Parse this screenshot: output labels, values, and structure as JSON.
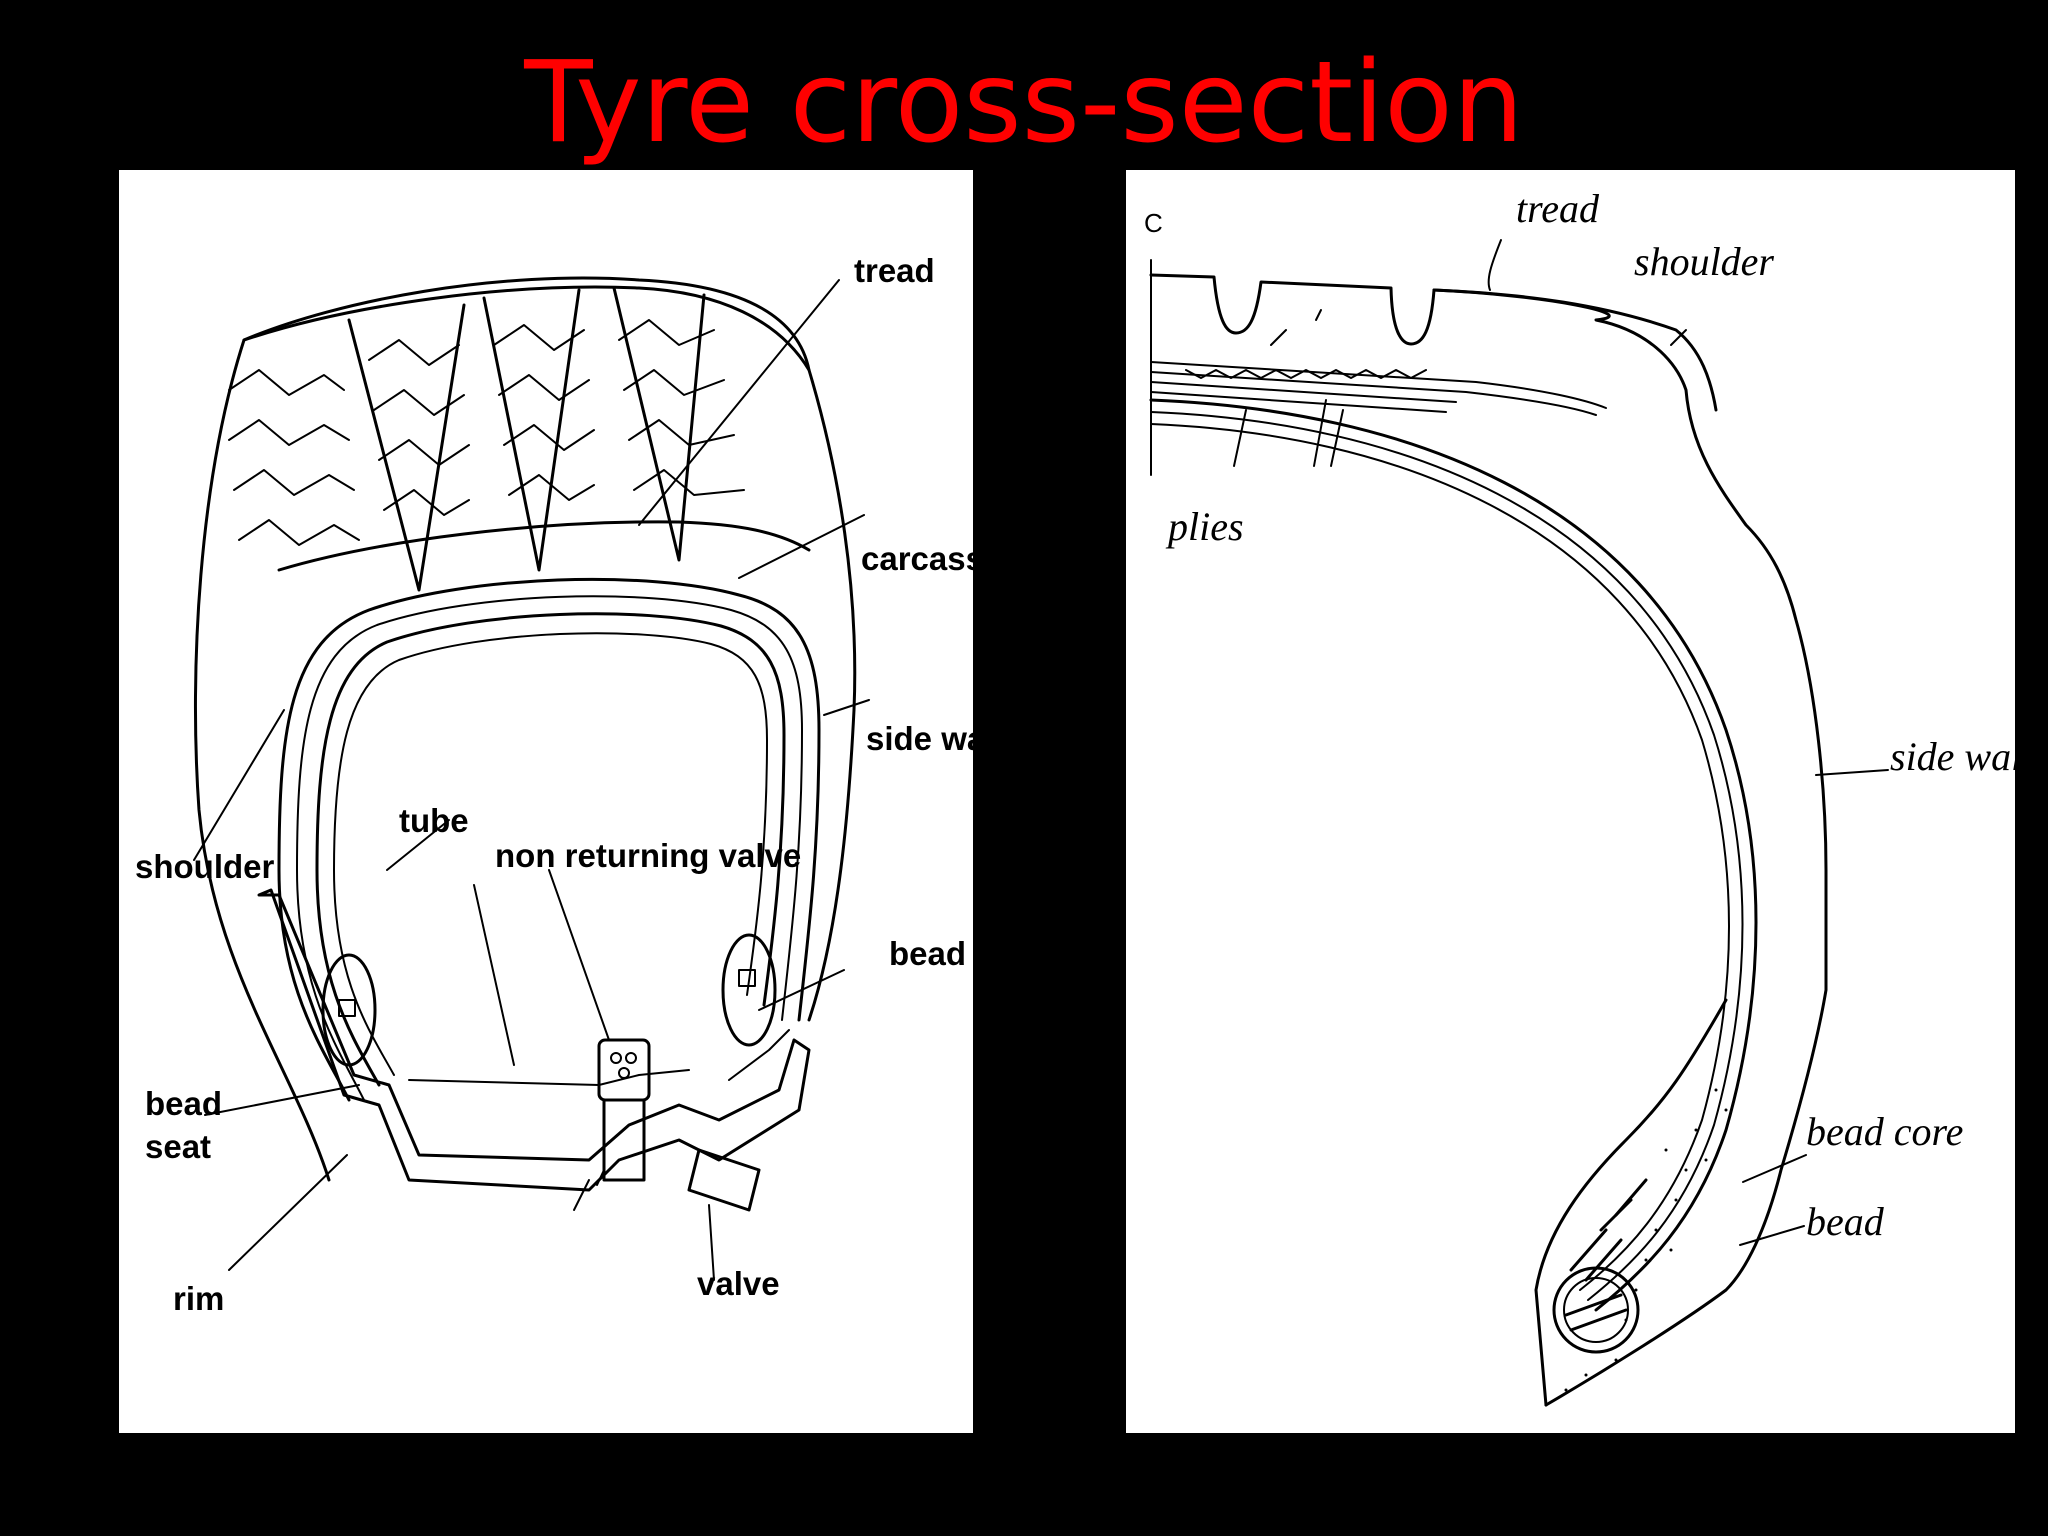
{
  "title": "Tyre cross-section",
  "left_diagram": {
    "labels": {
      "tread": "tread",
      "carcass": "carcass",
      "side_wall": "side wall",
      "tube": "tube",
      "non_returning_valve": "non returning valve",
      "shoulder": "shoulder",
      "bead": "bead",
      "bead_seat_1": "bead",
      "bead_seat_2": "seat",
      "rim": "rim",
      "valve": "valve"
    }
  },
  "right_diagram": {
    "labels": {
      "centre_mark": "C",
      "tread": "tread",
      "shoulder": "shoulder",
      "plies": "plies",
      "side_wall": "side wall",
      "bead_core": "bead core",
      "bead": "bead"
    }
  }
}
